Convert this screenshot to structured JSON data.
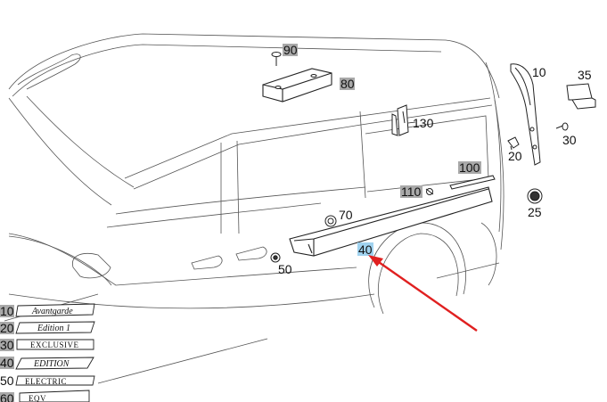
{
  "callouts": {
    "c90": "90",
    "c80": "80",
    "c130": "130",
    "c10": "10",
    "c35": "35",
    "c30": "30",
    "c20": "20",
    "c100": "100",
    "c110": "110",
    "c25": "25",
    "c70": "70",
    "c40": "40",
    "c50": "50"
  },
  "badges": [
    {
      "number": "10",
      "text": "Avantgarde"
    },
    {
      "number": "20",
      "text": "Edition 1"
    },
    {
      "number": "30",
      "text": "EXCLUSIVE"
    },
    {
      "number": "40",
      "text": "EDITION"
    },
    {
      "number": "50",
      "text": "ELECTRIC"
    },
    {
      "number": "60",
      "text": "EQV"
    }
  ],
  "colors": {
    "highlight_gray": "#a9a9a9",
    "highlight_blue": "#9fd2ef",
    "arrow_red": "#e02020",
    "line": "#222222"
  }
}
